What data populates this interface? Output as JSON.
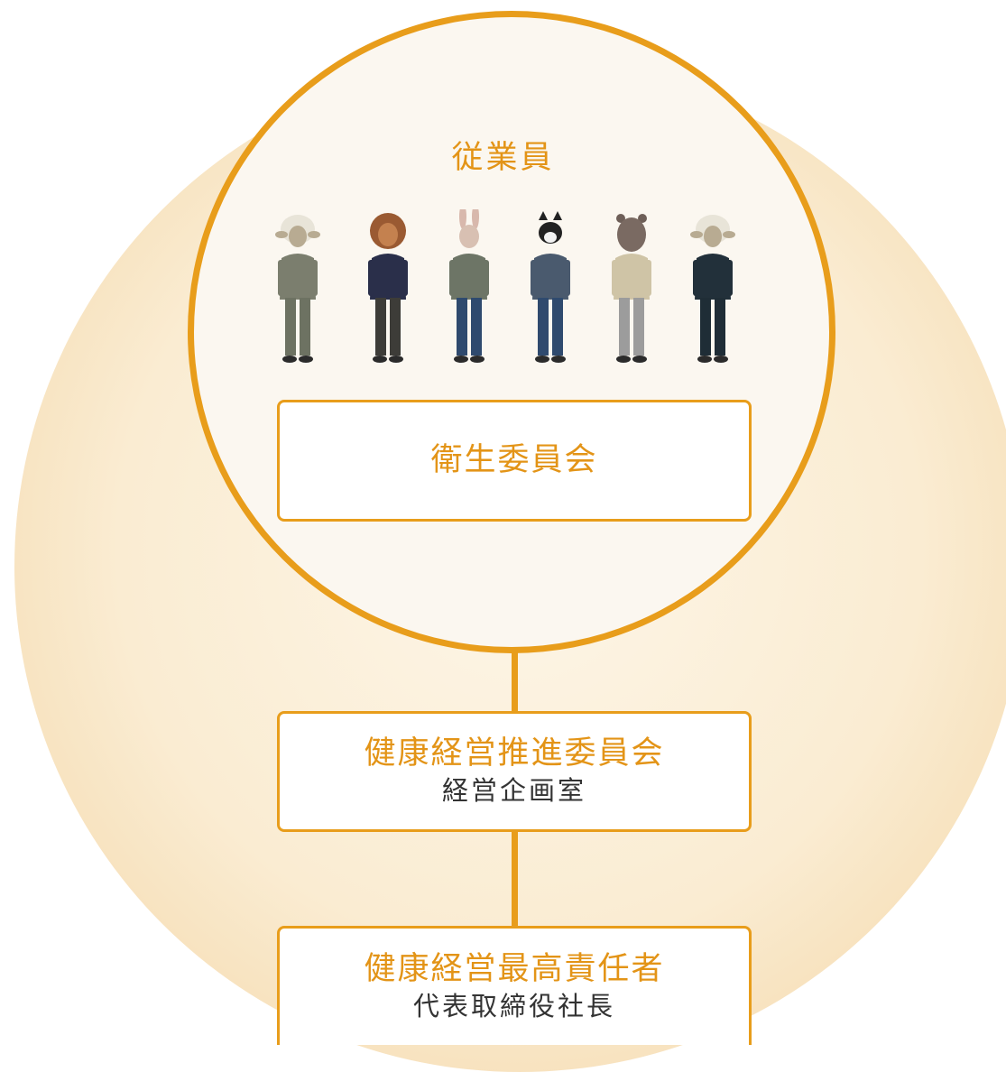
{
  "employees": {
    "title": "従業員"
  },
  "figures": [
    {
      "name": "sheep-icon",
      "jacket": "#7b7e6e",
      "pants": "#6d7262"
    },
    {
      "name": "lion-icon",
      "jacket": "#2a2f4a",
      "pants": "#3d3c38"
    },
    {
      "name": "rabbit-icon",
      "jacket": "#6d7566",
      "pants": "#2f4a6e"
    },
    {
      "name": "cat-icon",
      "jacket": "#4a5a6e",
      "pants": "#2f4a6e"
    },
    {
      "name": "bear-icon",
      "jacket": "#cfc4a6",
      "pants": "#9c9c9c"
    },
    {
      "name": "sheep-icon",
      "jacket": "#22303a",
      "pants": "#1f2d36"
    }
  ],
  "health_committee": {
    "title": "衛生委員会"
  },
  "promotion_committee": {
    "title": "健康経営推進委員会",
    "subtitle": "経営企画室"
  },
  "chief_officer": {
    "title": "健康経営最高責任者",
    "subtitle": "代表取締役社長"
  },
  "colors": {
    "accent": "#e89d1b",
    "text": "#333333"
  }
}
